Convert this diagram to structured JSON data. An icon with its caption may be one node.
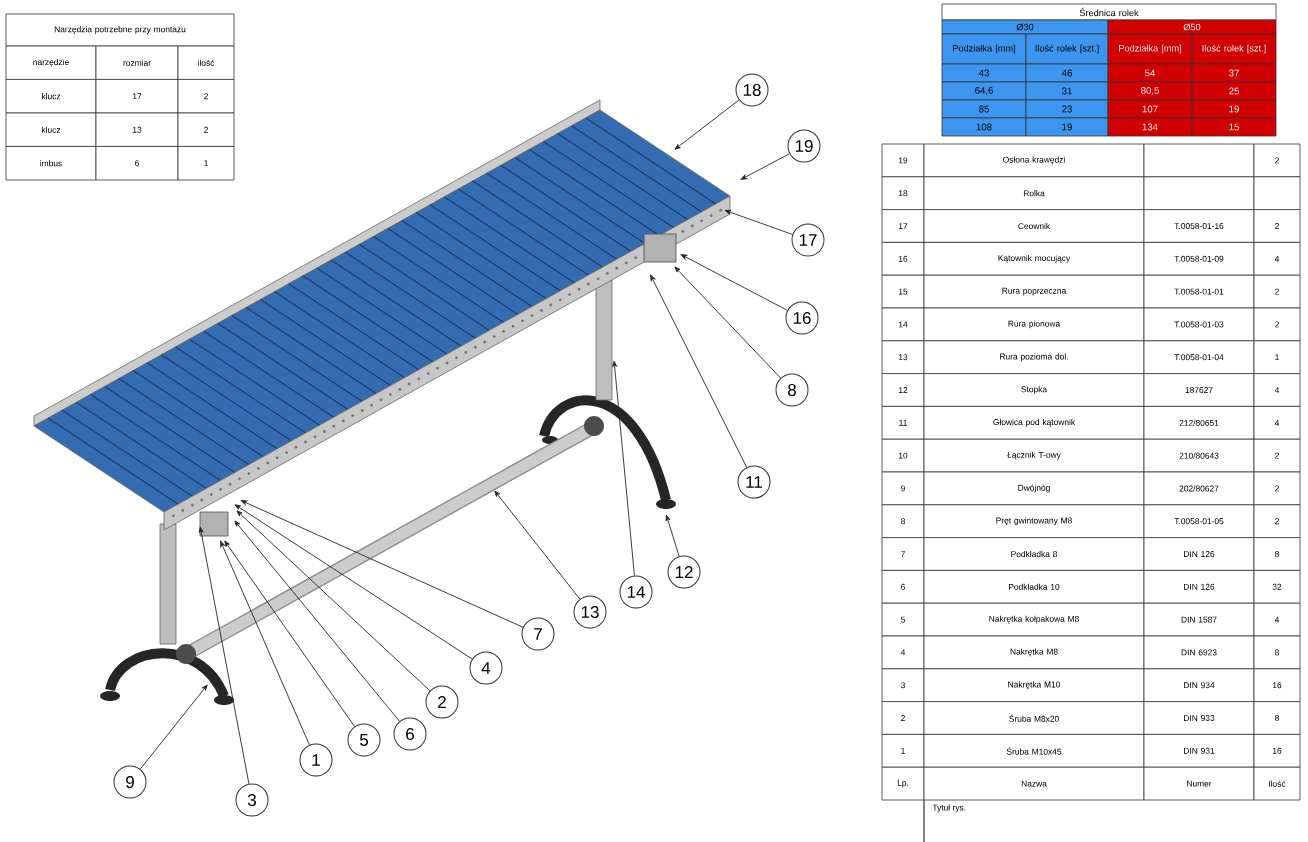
{
  "diagram": {
    "nodes": [
      {
        "text": [
          "18"
        ]
      },
      {
        "text": [
          "19"
        ]
      },
      {
        "text": [
          "17"
        ]
      },
      {
        "text": [
          "16"
        ]
      },
      {
        "text": [
          "8"
        ]
      },
      {
        "text": [
          "11"
        ]
      },
      {
        "text": [
          "12"
        ]
      },
      {
        "text": [
          "14"
        ]
      },
      {
        "text": [
          "13"
        ]
      },
      {
        "text": [
          "7"
        ]
      },
      {
        "text": [
          "4"
        ]
      },
      {
        "text": [
          "2"
        ]
      },
      {
        "text": [
          "6"
        ]
      },
      {
        "text": [
          "5"
        ]
      },
      {
        "text": [
          "1"
        ]
      },
      {
        "text": [
          "3"
        ]
      },
      {
        "text": [
          "9"
        ]
      }
    ],
    "edges": [
      {
        "from": 0,
        "to": null,
        "arrow": "to"
      },
      {
        "from": 1,
        "to": null,
        "arrow": "to"
      },
      {
        "from": 2,
        "to": null,
        "arrow": "to"
      },
      {
        "from": 3,
        "to": null,
        "arrow": "to"
      },
      {
        "from": 4,
        "to": null,
        "arrow": "to"
      },
      {
        "from": 5,
        "to": null,
        "arrow": "to"
      },
      {
        "from": 6,
        "to": null,
        "arrow": "to"
      },
      {
        "from": 7,
        "to": null,
        "arrow": "to"
      },
      {
        "from": 8,
        "to": null,
        "arrow": "to"
      },
      {
        "from": 9,
        "to": null,
        "arrow": "to"
      },
      {
        "from": 10,
        "to": null,
        "arrow": "to"
      },
      {
        "from": 11,
        "to": null,
        "arrow": "to"
      },
      {
        "from": 12,
        "to": null,
        "arrow": "to"
      },
      {
        "from": 13,
        "to": null,
        "arrow": "to"
      },
      {
        "from": 14,
        "to": null,
        "arrow": "to"
      },
      {
        "from": 15,
        "to": null,
        "arrow": "to"
      },
      {
        "from": 16,
        "to": null,
        "arrow": "to"
      }
    ],
    "labels": [
      "Narzędzia potrzebne przy montażu",
      "narzędzie",
      "rozmiar",
      "ilość",
      "klucz",
      "17",
      "2",
      "klucz",
      "13",
      "2",
      "imbus",
      "6",
      "1",
      "Średnica rolek",
      "Ø30",
      "Ø50",
      "Podziałka [mm]",
      "Ilość rolek [szt.]",
      "Podziałka [mm]",
      "Ilość rolek [szt.]",
      "43",
      "46",
      "54",
      "37",
      "64,6",
      "31",
      "80,5",
      "25",
      "85",
      "23",
      "107",
      "19",
      "108",
      "19",
      "134",
      "15",
      "19",
      "Osłona krawędzi",
      "2",
      "18",
      "Rolka",
      "17",
      "Ceownik",
      "T.0058-01-16",
      "2",
      "16",
      "Kątownik mocujący",
      "T.0058-01-09",
      "4",
      "15",
      "Rura poprzeczna",
      "T.0058-01-01",
      "2",
      "14",
      "Rura pionowa",
      "T.0058-01-03",
      "2",
      "13",
      "Rura pozioma dol.",
      "T.0058-01-04",
      "1",
      "12",
      "Stopka",
      "187627",
      "4",
      "11",
      "Głowica pod kątownik",
      "212/80651",
      "4",
      "10",
      "Łącznik T-owy",
      "210/80643",
      "2",
      "9",
      "Dwójnóg",
      "202/80627",
      "2",
      "8",
      "Pręt gwintowany M8",
      "T.0058-01-05",
      "2",
      "7",
      "Podkładka 8",
      "DIN 126",
      "8",
      "6",
      "Podkładka 10",
      "DIN 126",
      "32",
      "5",
      "Nakrętka kołpakowa M8",
      "DIN 1587",
      "4",
      "4",
      "Nakrętka M8",
      "DIN 6923",
      "8",
      "3",
      "Nakrętka M10",
      "DIN 934",
      "16",
      "2",
      "Śruba M8x20",
      "DIN 933",
      "8",
      "1",
      "Śruba M10x45",
      "DIN 931",
      "16",
      "Lp.",
      "Nazwa",
      "Numer",
      "Ilość",
      "Tytuł rys."
    ]
  }
}
